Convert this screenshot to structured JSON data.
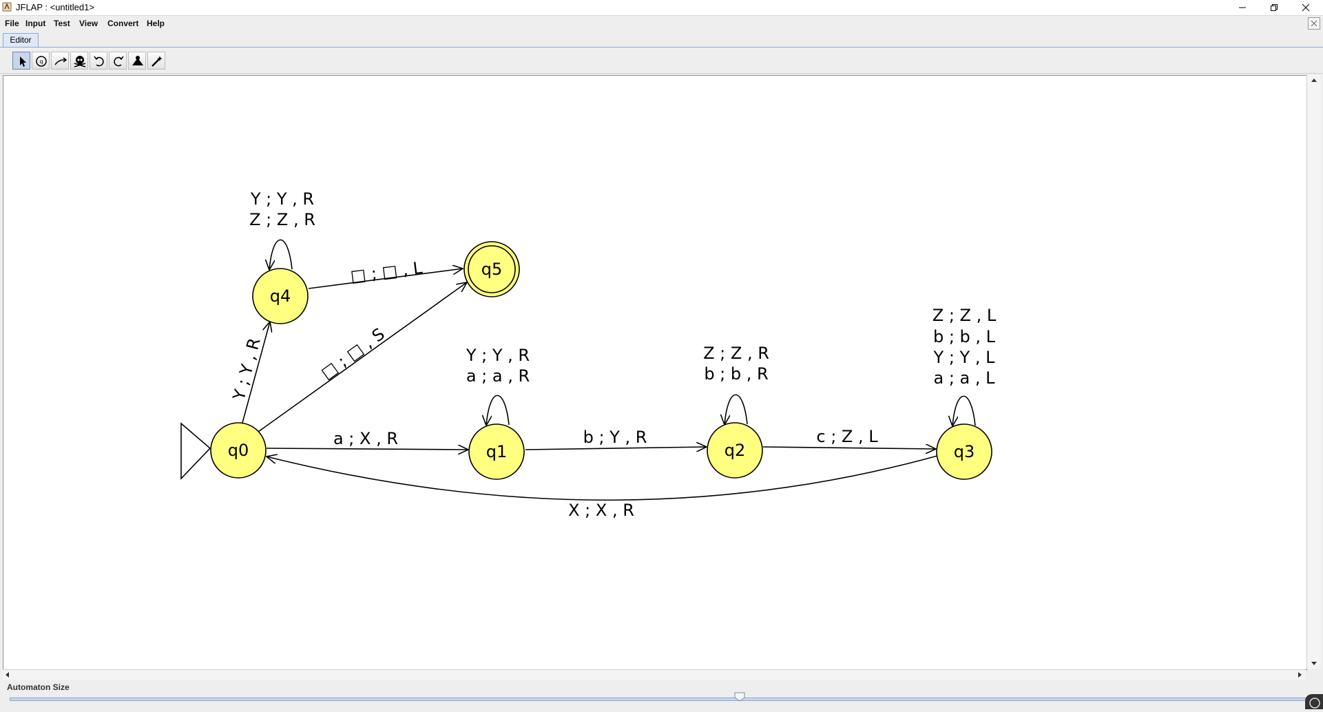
{
  "window": {
    "title": "JFLAP : <untitled1>"
  },
  "menu": [
    "File",
    "Input",
    "Test",
    "View",
    "Convert",
    "Help"
  ],
  "tabs": [
    "Editor"
  ],
  "toolbar": {
    "tools": [
      "attribute-editor",
      "state-creator",
      "transition-creator",
      "deleter",
      "undo",
      "redo",
      "layout",
      "sticky-select"
    ]
  },
  "automaton": {
    "states": [
      {
        "id": "q0",
        "initial": true,
        "final": false
      },
      {
        "id": "q1",
        "initial": false,
        "final": false
      },
      {
        "id": "q2",
        "initial": false,
        "final": false
      },
      {
        "id": "q3",
        "initial": false,
        "final": false
      },
      {
        "id": "q4",
        "initial": false,
        "final": false
      },
      {
        "id": "q5",
        "initial": false,
        "final": true
      }
    ],
    "transitions": [
      {
        "from": "q0",
        "to": "q1",
        "labels": [
          "a ; X , R"
        ]
      },
      {
        "from": "q1",
        "to": "q2",
        "labels": [
          "b ; Y , R"
        ]
      },
      {
        "from": "q2",
        "to": "q3",
        "labels": [
          "c ; Z , L"
        ]
      },
      {
        "from": "q3",
        "to": "q0",
        "labels": [
          "X ; X , R"
        ]
      },
      {
        "from": "q0",
        "to": "q4",
        "labels": [
          "Y ; Y , R"
        ]
      },
      {
        "from": "q4",
        "to": "q5",
        "labels": [
          "□ ; □ , L"
        ]
      },
      {
        "from": "q0",
        "to": "q5",
        "labels": [
          "□ ; □ , S"
        ]
      },
      {
        "from": "q1",
        "to": "q1",
        "labels": [
          "Y ; Y , R",
          "a ; a , R"
        ]
      },
      {
        "from": "q2",
        "to": "q2",
        "labels": [
          "Z ; Z , R",
          "b ; b , R"
        ]
      },
      {
        "from": "q3",
        "to": "q3",
        "labels": [
          "Z ; Z , L",
          "b ; b , L",
          "Y ; Y , L",
          "a ; a , L"
        ]
      },
      {
        "from": "q4",
        "to": "q4",
        "labels": [
          "Y ; Y , R",
          "Z ; Z , R"
        ]
      }
    ]
  },
  "bottom": {
    "size_label": "Automaton Size",
    "size_fraction": 0.56
  },
  "colors": {
    "state_fill": "#ffff80",
    "state_stroke": "#000000",
    "canvas": "#ffffff"
  }
}
